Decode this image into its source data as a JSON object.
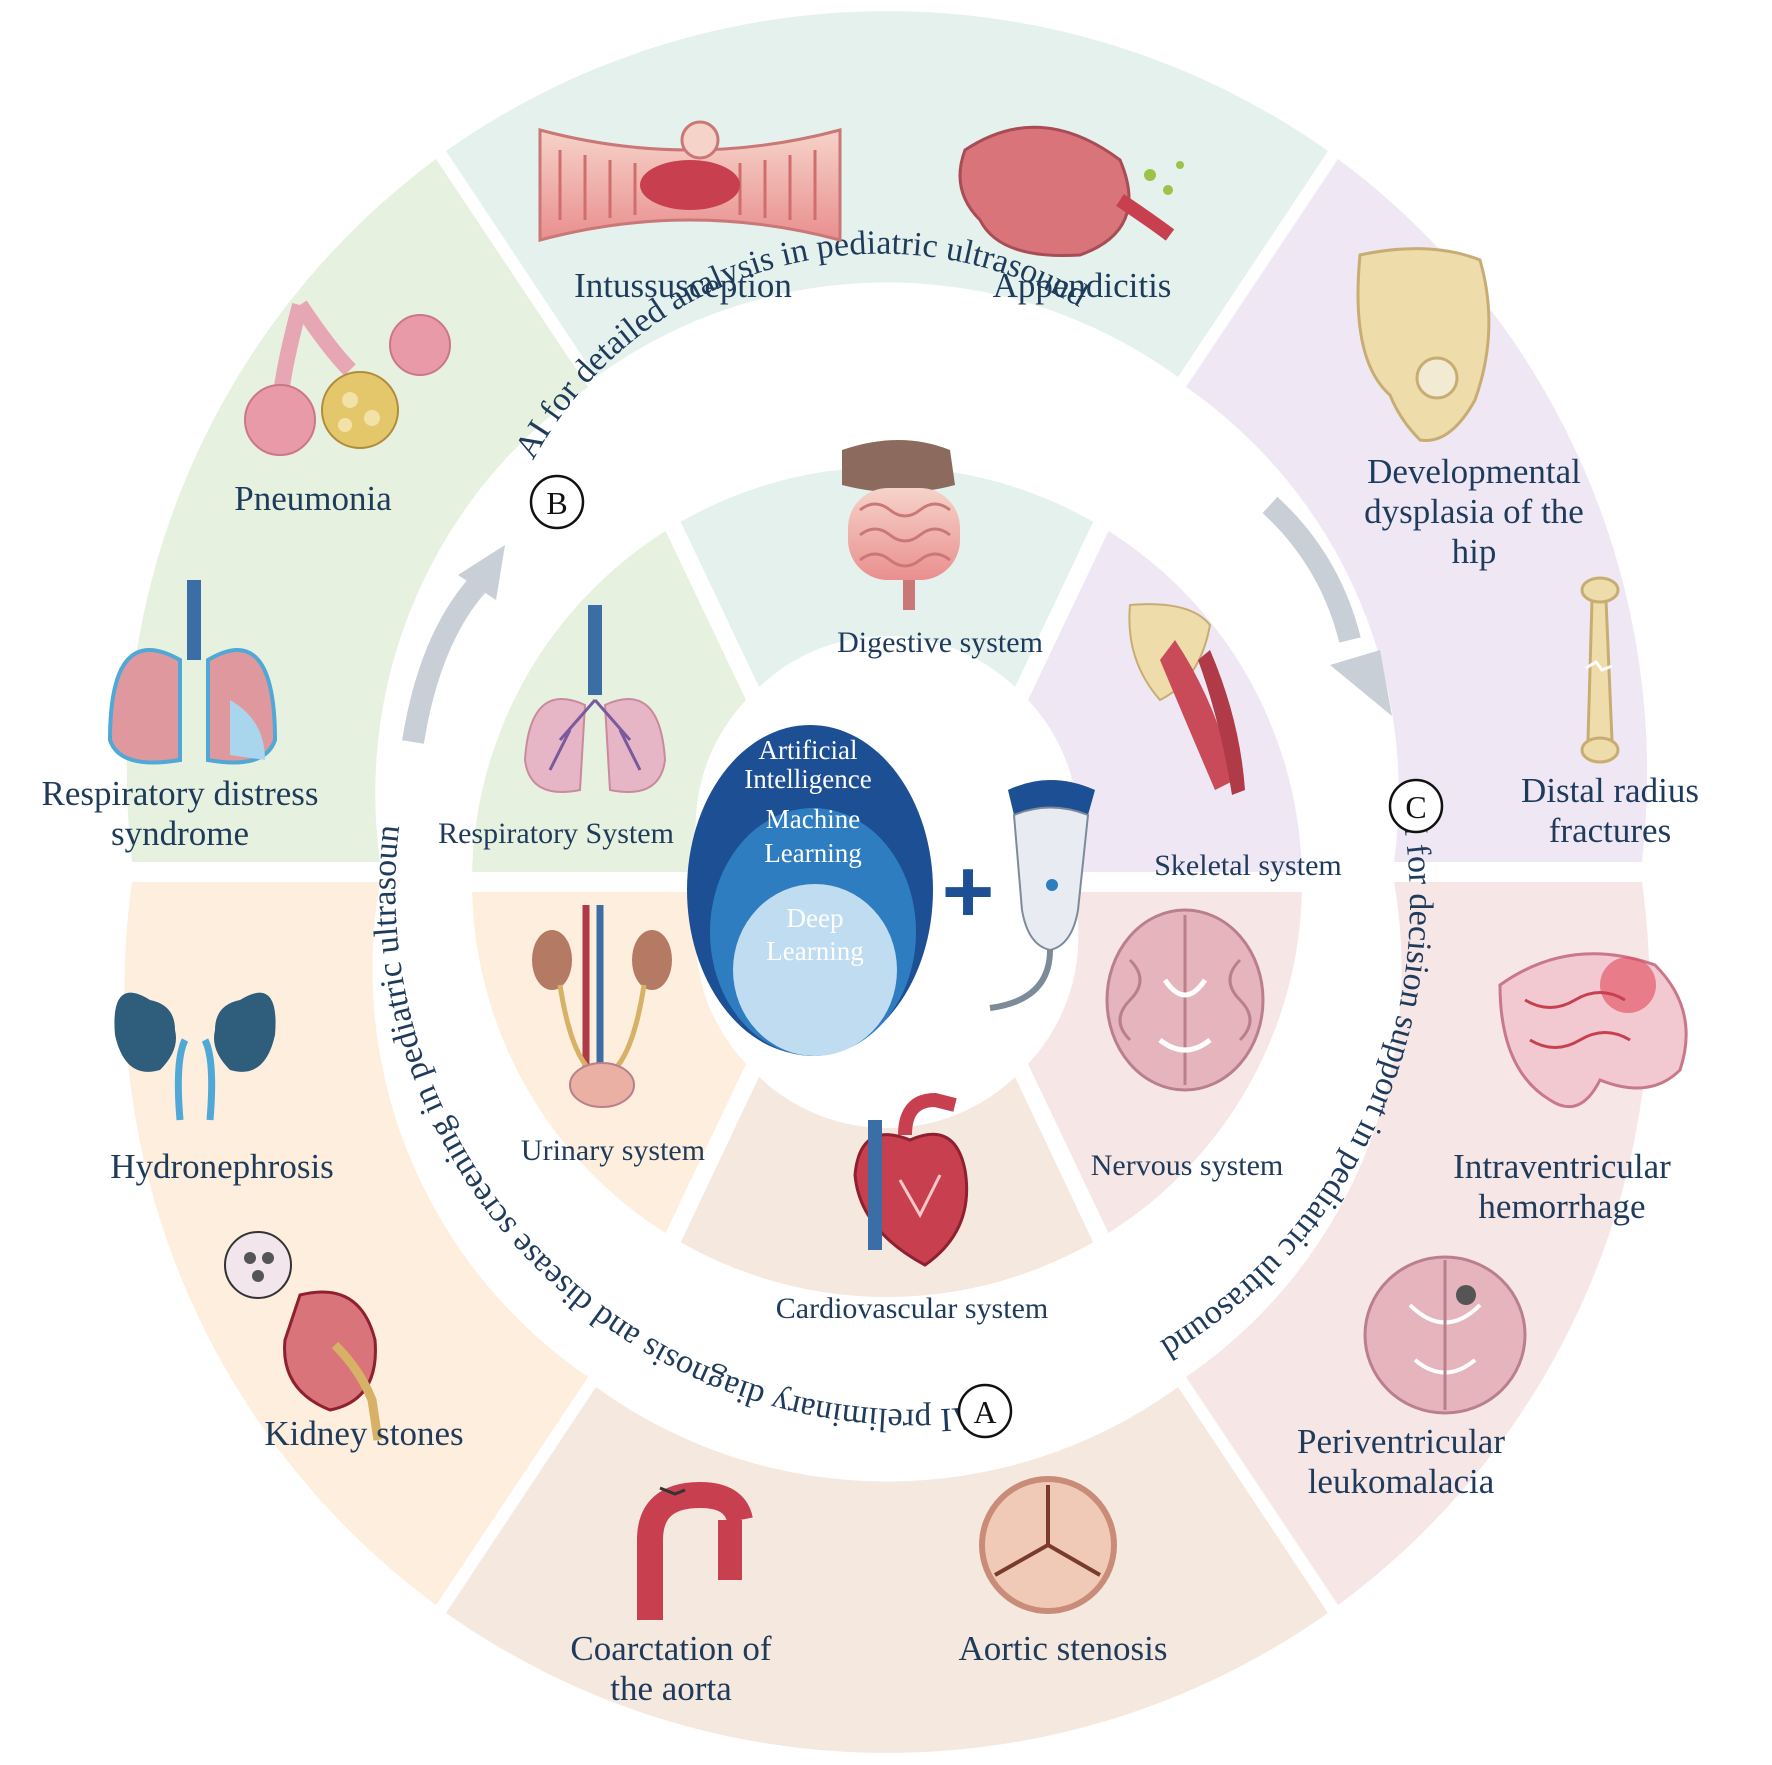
{
  "arcs": {
    "a_letter": "A",
    "a_text": "AI preliminary diagnosis and disease screening in pediatric ultrasound",
    "b_letter": "B",
    "b_text": "AI for detailed analysis in pediatric ultrasound",
    "c_letter": "C",
    "c_text": "AI for decision support in pediatric ultrasound"
  },
  "center": {
    "ai": [
      "Artificial",
      "Intelligence"
    ],
    "ml": [
      "Machine",
      "Learning"
    ],
    "dl": [
      "Deep",
      "Learning"
    ],
    "plus": "+"
  },
  "inner": {
    "digestive": "Digestive system",
    "respiratory": "Respiratory System",
    "skeletal": "Skeletal system",
    "nervous": "Nervous system",
    "urinary": "Urinary system",
    "cardio": "Cardiovascular system"
  },
  "outer": {
    "intussusception": "Intussusception",
    "appendicitis": "Appendicitis",
    "pneumonia": "Pneumonia",
    "rds": [
      "Respiratory distress",
      "syndrome"
    ],
    "ddh": [
      "Developmental",
      "dysplasia of the",
      "hip"
    ],
    "distal": [
      "Distal radius",
      "fractures"
    ],
    "hydronephrosis": "Hydronephrosis",
    "kidney_stones": "Kidney stones",
    "ivh": [
      "Intraventricular",
      "hemorrhage"
    ],
    "pvl": [
      "Periventricular",
      "leukomalacia"
    ],
    "coarctation": [
      "Coarctation of",
      "the aorta"
    ],
    "aortic": "Aortic stenosis"
  },
  "colors": {
    "digestive": "#e4f1ec",
    "respiratory": "#e6f1df",
    "skeletal": "#efe8f4",
    "nervous": "#f6e6e6",
    "cardio": "#f4e8df",
    "urinary": "#fdeedd",
    "text": "#1f3b5c",
    "arrow": "#c9cfd6"
  }
}
